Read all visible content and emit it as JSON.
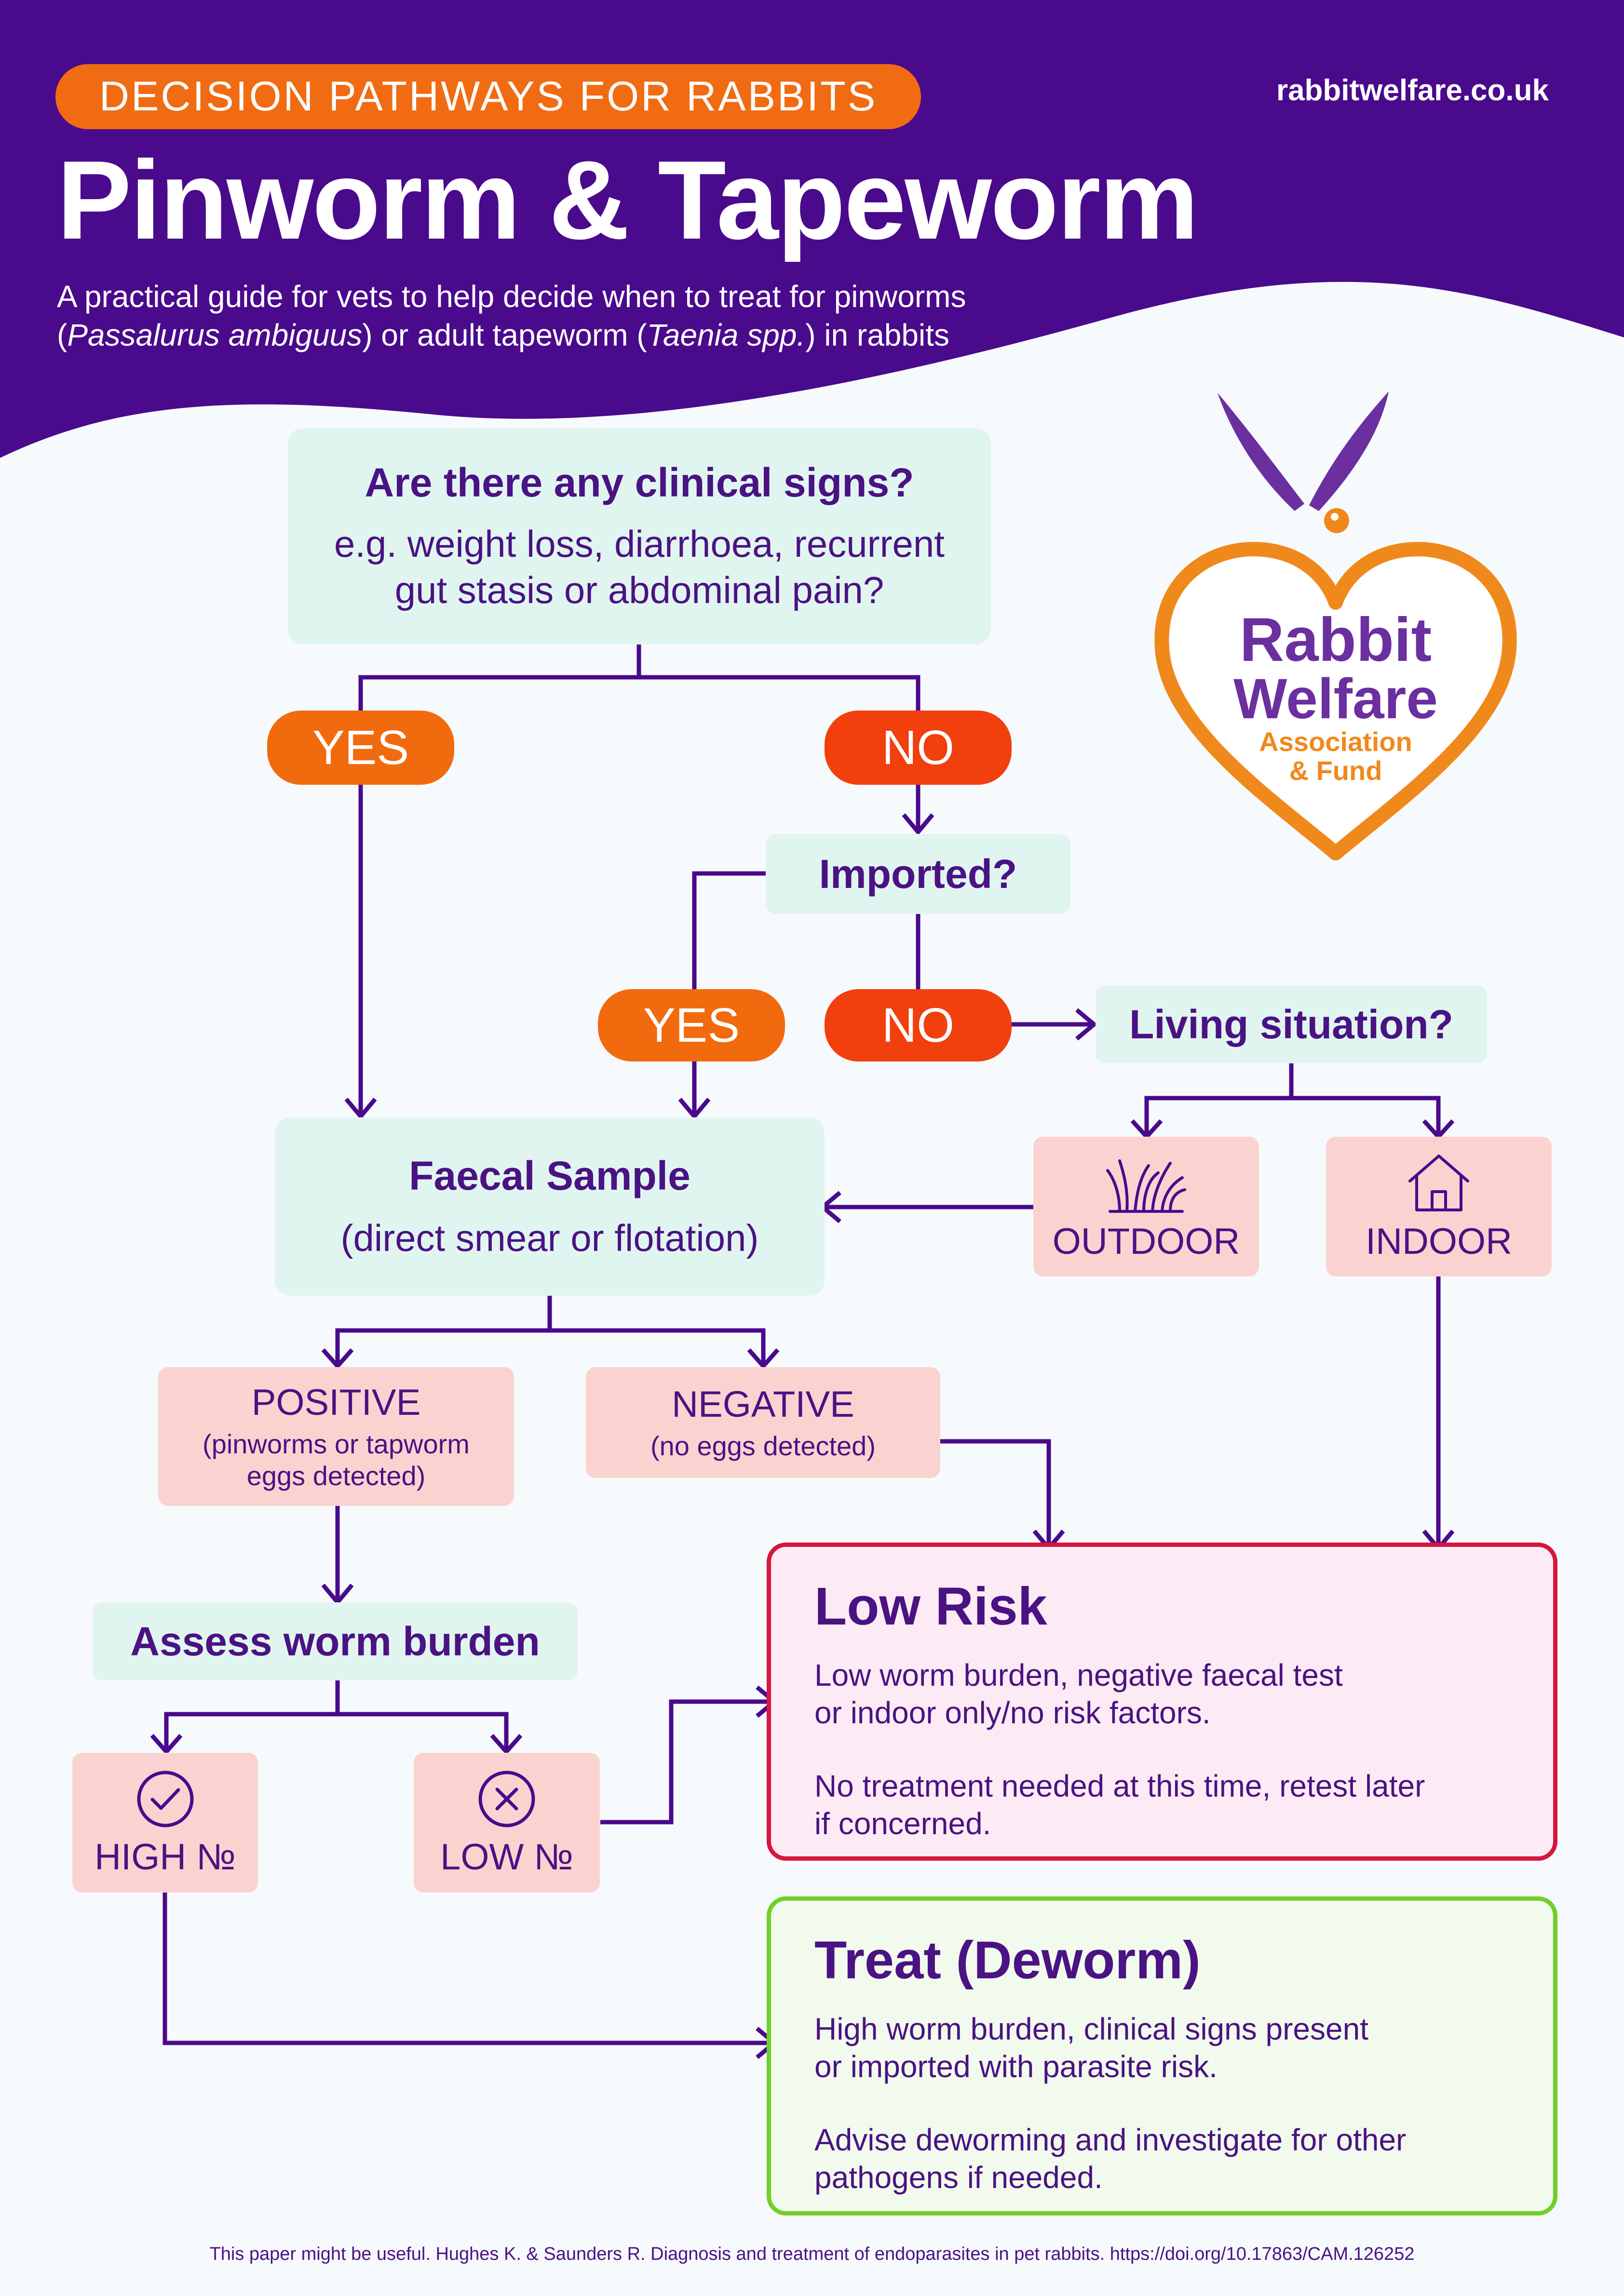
{
  "header": {
    "tag": "DECISION PATHWAYS FOR RABBITS",
    "website": "rabbitwelfare.co.uk",
    "title": "Pinworm & Tapeworm",
    "subtitle_line1": "A practical guide for vets to help decide when to treat for pinworms",
    "subtitle_line2_pre": "(",
    "subtitle_species1": "Passalurus ambiguus",
    "subtitle_line2_mid": ") or adult tapeworm (",
    "subtitle_species2": "Taenia spp.",
    "subtitle_line2_post": ") in rabbits"
  },
  "logo": {
    "line1": "Rabbit",
    "line2": "Welfare",
    "line3": "Association",
    "line4": "& Fund"
  },
  "flow": {
    "clinical_signs": {
      "title": "Are there any clinical signs?",
      "line1": "e.g. weight loss, diarrhoea, recurrent",
      "line2": "gut stasis or abdominal pain?"
    },
    "yes_1": "YES",
    "no_1": "NO",
    "imported": "Imported?",
    "yes_2": "YES",
    "no_2": "NO",
    "living_situation": "Living situation?",
    "outdoor": "OUTDOOR",
    "indoor": "INDOOR",
    "faecal": {
      "title": "Faecal Sample",
      "subtitle": "(direct smear or flotation)"
    },
    "positive": {
      "title": "POSITIVE",
      "line1": "(pinworms or tapworm",
      "line2": "eggs detected)"
    },
    "negative": {
      "title": "NEGATIVE",
      "line1": "(no eggs detected)"
    },
    "assess": "Assess worm burden",
    "high": "HIGH №",
    "low": "LOW №"
  },
  "results": {
    "low_risk": {
      "title": "Low Risk",
      "p1_line1": "Low worm burden, negative faecal test",
      "p1_line2": "or indoor only/no risk factors.",
      "p2_line1": "No treatment needed at this time, retest later",
      "p2_line2": "if concerned."
    },
    "treat": {
      "title": "Treat (Deworm)",
      "p1_line1": "High worm burden, clinical signs present",
      "p1_line2": "or imported with parasite risk.",
      "p2_line1": "Advise deworming and investigate for other",
      "p2_line2": "pathogens if needed."
    }
  },
  "footer": "This paper might be useful. Hughes K. & Saunders R. Diagnosis and treatment of endoparasites in pet rabbits. https://doi.org/10.17863/CAM.126252",
  "colors": {
    "purple": "#4a0a8c",
    "orange": "#f06b12",
    "red_orange": "#f23f0e",
    "mint": "#e1f5f0",
    "pink": "#fad3d1",
    "low_risk_border": "#d6163e",
    "treat_border": "#6fd02a"
  }
}
